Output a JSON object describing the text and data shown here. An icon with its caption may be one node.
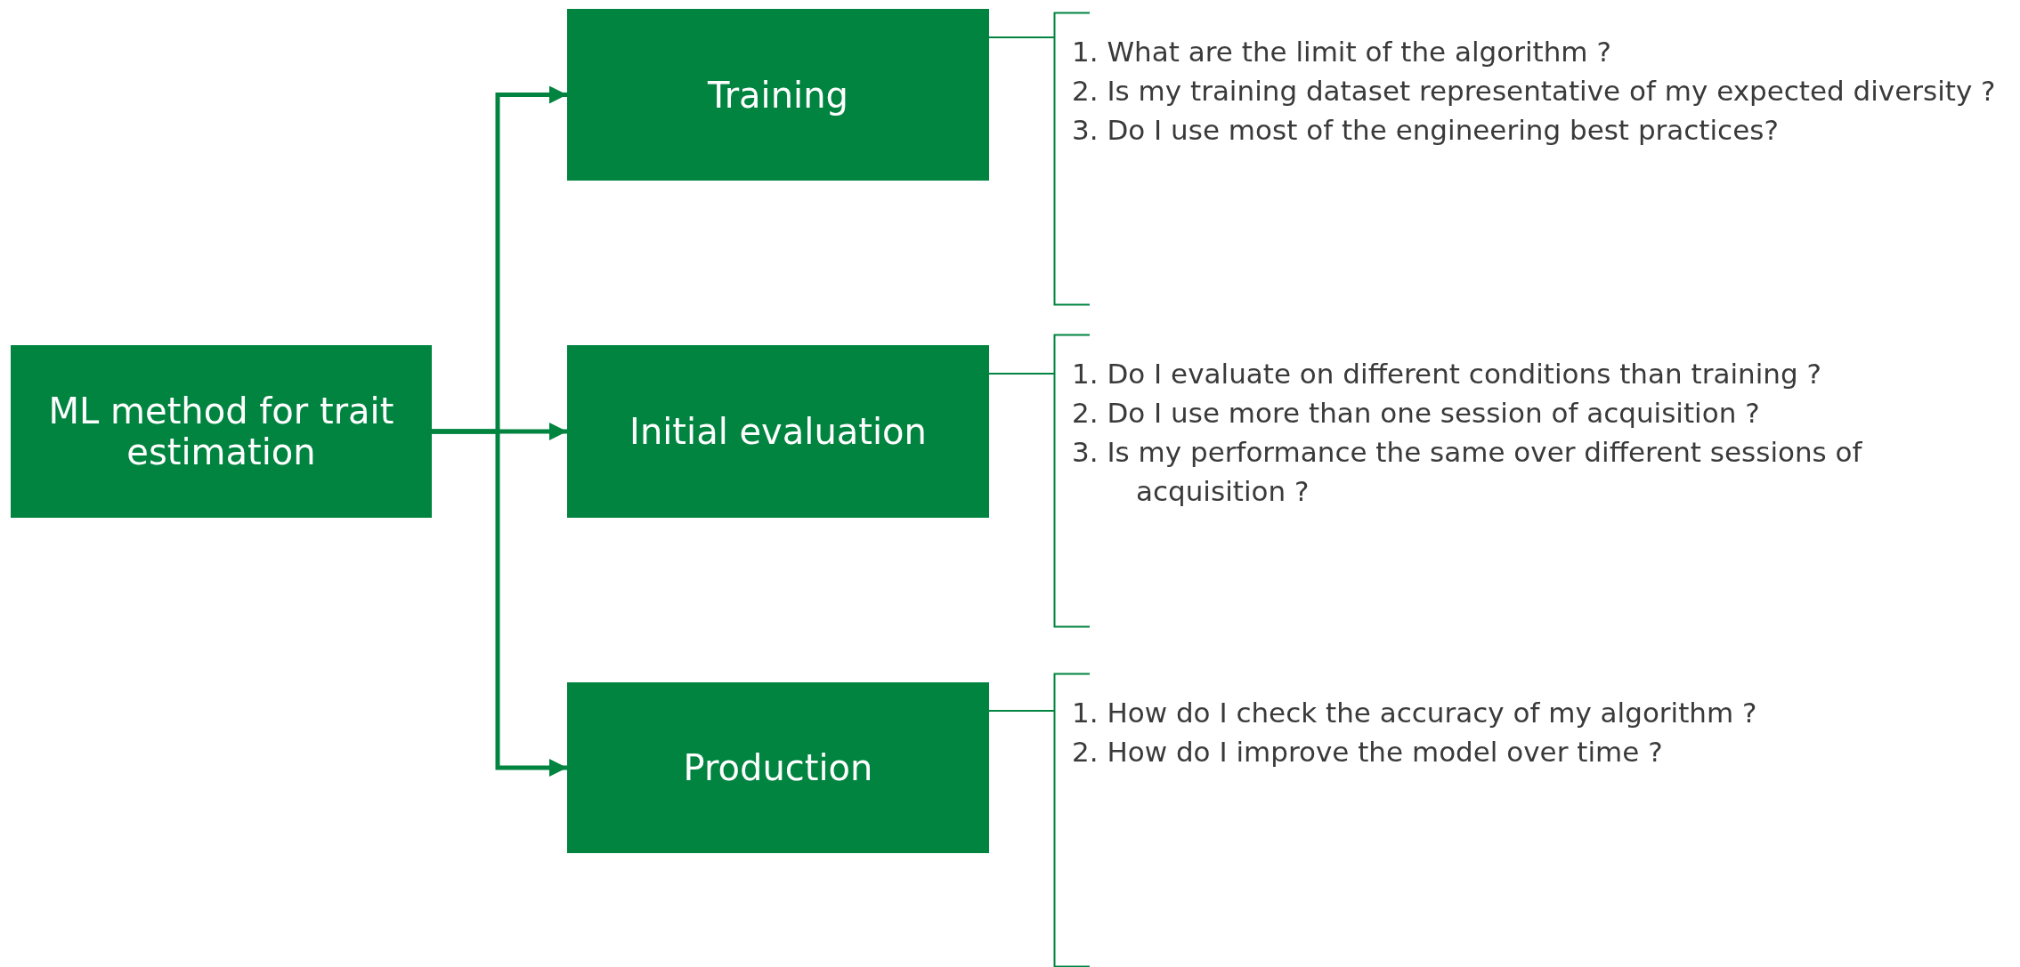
{
  "diagram": {
    "nodes": [
      {
        "text": [
          "ML method for trait estimation"
        ]
      },
      {
        "text": [
          "Training"
        ]
      },
      {
        "text": [
          "Initial evaluation"
        ]
      },
      {
        "text": [
          "Production"
        ]
      },
      {
        "text": [
          "1. What are the limit of the algorithm ?",
          "2. Is my training dataset representative of my expected diversity ?",
          "3. Do I use most of the engineering best practices?"
        ]
      },
      {
        "text": [
          "1. Do I evaluate on different conditions than training ?",
          "2. Do I use more than one session of acquisition ?",
          "3. Is my performance the same over different sessions of acquisition ?"
        ]
      },
      {
        "text": [
          "1. How do I check the accuracy of my algorithm ?",
          "2. How do I improve the model over time ?"
        ]
      }
    ],
    "edges": [
      {
        "from": 0,
        "to": 1,
        "arrow": "to"
      },
      {
        "from": 0,
        "to": 2,
        "arrow": "to"
      },
      {
        "from": 0,
        "to": 3,
        "arrow": "to"
      },
      {
        "from": 1,
        "to": 4,
        "arrow": "none"
      },
      {
        "from": 2,
        "to": 5,
        "arrow": "none"
      },
      {
        "from": 3,
        "to": 6,
        "arrow": "none"
      }
    ]
  }
}
